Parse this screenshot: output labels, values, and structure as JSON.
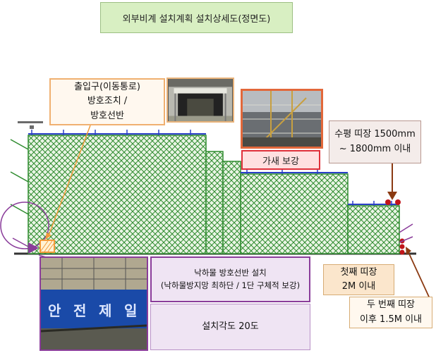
{
  "title": "외부비계 설치계획 설치상세도(정면도)",
  "entrance": {
    "line1": "출입구(이동통로)",
    "line2": "방호조치 /",
    "line3": "방호선반"
  },
  "gase_label": "가새 보강",
  "horizontal": {
    "line1": "수평 띠장 1500mm",
    "line2": "~ 1800mm 이내"
  },
  "first_tie": {
    "line1": "첫째 띠장",
    "line2": "2M 이내"
  },
  "second_tie": {
    "line1": "두 번째 띠장",
    "line2": "이후 1.5M 이내"
  },
  "shelf": {
    "line1": "낙하물 방호선반 설치",
    "line2": "(낙하물방지망 최하단 / 1단 구체적 보강)"
  },
  "angle_label": "설치각도 20도",
  "colors": {
    "net_green": "#2e8b2e",
    "net_fill": "#e6f4e2",
    "pipe_blue": "#2a3fc8",
    "purple": "#8a3c9a",
    "brown_arrow": "#8b3a12",
    "orange_arrow": "#f29a3a"
  }
}
